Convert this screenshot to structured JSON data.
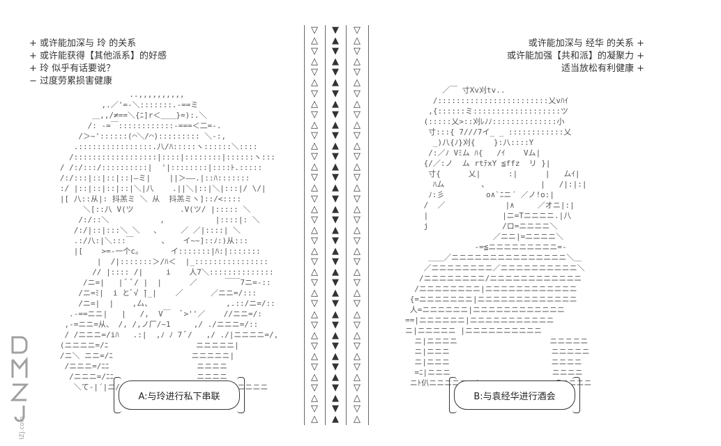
{
  "left_notes": [
    "+ 或许能加深与 玲 的关系",
    "+ 或许能获得【其他派系】的好感",
    "+ 玲 似乎有话要说？",
    "− 过度劳累损害健康"
  ],
  "right_notes": [
    "或许能加深与 经华 的关系 +",
    "或许能加强【共和派】的凝聚力 +",
    "适当放松有利健康 +"
  ],
  "divider": {
    "down": "▽",
    "up": "△",
    "down_filled": "▼",
    "up_filled": "▲"
  },
  "choices": {
    "a": "A:与玲进行私下串联",
    "b": "B:与袁经华进行酒会"
  },
  "logo": {
    "text": "DMZJ.com",
    "color": "#9a9a9a"
  },
  "art": {
    "left": "                  ..,,,,,,,,,,\n            ,.／'=-＼:::::::.-==ミ\n          ＿,,/≠==＼{ﾆ]r＜＿＿}=):.＼\n         /: ‐=￣::::::::::::-===＜二=-.\n       /＞~'::::::(⌒＼/⌒)::::::::: ＼-:,\n      .::::::::::::::::.八/ﾊ:::::ヽ::::::＼::::\n     /::::::::::::::::::|::::|::::::::|::::::ヽ:::\n   / /:/:::/::::::::::|  '|::::::::|::::ﾄ.:::::\n   /:/:::|::|::|::|―ミ|    ||＞――.|::ﾊ:::::::\n   :/ |::|::|::|::|＼|八    .||＼|::|＼|:::|/ \\/|\n   |[ 八::从|: 抖羔ミ ＼ 从  抖羔ミヽ]::/<::::\n        ＼[::八 V(ツ          .V(ツ/ |::::: ＼\n       /:/::＼           ,           |::::|: ＼\n      /:/|::|:::＼ ＼   ､     ／ ／|::::| ＼\n      .:/八:|＼:::￣      、   イ~~]::ﾉ:)从:::\n      |[    >=-一个c。      イ:::::::|ﾊ:|:::::::\n           |  /|:::::::＞/ﾊ＜  |_::::::::::::::::\n          // |:::: /|     i    人7＼::::::::::::::\n        /ニ=|   | ﾞ ﾞ/ |  |      ／      ￣￣7ニ=-::\n       /ニ=ﾐ|  i とﾞ√ ̄|_|    ／      ／ニニ=/:::\n       /ニ=|  |    ,厶、                ,.::/ニ=/::\n     .-==ニニ|   |   /,  V￣  ﾞ>''／    //ニニ=/:\n    ,-=ニニ=从、 /, /,ノ厂/~1     ,/ ./ニニニ=/::\n    / /ニニニ=/iﾊ   .:|  ,ﾉ ﾉ 7 ﾞ/   ,/ ./|ニニニニ=/,\n   (ニニニニ=/ﾆ                   ニニニニニ|\n   /ニ＼ ニニ=/ﾆ                 ニニニニニ|\n    /ニニニ=/ﾆﾆ                   ニニニニ\n     /ニニニ=/ﾆﾆ                  ニニニニ\n      ＼て-|´|ニ/(／   ／ ＼...ﾉて  .:/ﾞﾆ/=＼ニニニニ",
    "right": "             ／￣ 寸Xv刈tv..\n           /::::::::::::::::::::::::乂vﾊｲ\n          ,{::::::ミ:::::::::::::::::::ツ\n         (:::::乂>::刈ﾚﾉﾉ::::::::::::::小\n          寸:::{ 7///7イ_ _ ::::::::::::乂\n           _)八{ﾉ}刈{    }:八::::Y\n          /:／ﾉ Vﾐム ﾊ{   /ｲ    Vム|\n         {/／:ノ  ム rtﾃxY ≦ffz  リ }|\n          寸{      乂|      :|      |   ムｲ|\n           ﾊム        ､            |   /|:|:|\n          ﾉ:彡         o∧`ﾆニ´ ／ノ!o:|\n         /  ／             |∧     ／オニ|:|\n         |                |ニ=Tニニニニ.|八\n         j                /ロ=ニニニニ＼\n                        ／ニニ|=ニニニニ＼\n                    -=≦ニニニニニニニニニ=-\n          ＿＿／ニニニニニニニニニニニニニニニ＼＿\n         ／ニニニニニニニニ／ニニニニニニニニニニ＼\n        /ニニニニニニニニ/ニニニニニニニニニニニニ\n       /ニニニニニニニニ|ニニニニニニニニニニニニ\n      {=ニニニニニニニ|ニニニニニニニニニニニニニ\n      人=ニニニニニニ|ニニニニニニニニニニニニ\n     ==|ニニニニニニ|ニニニニニニニニニニニ\n     ニ|ニニニニニ |ニニニニニニニニニニ\n       ニ|ニニニニ                    ニニニニニ\n       ニ|ニニニ                      ニニニニニ\n       ニ|ニニニ                      ニニニニ\n       =ﾆ|ニニニ                      ニニニニ\n      ニﾄ仈ニニニニニニ|ニニニニニニニニニニ7ニニニニ"
  }
}
